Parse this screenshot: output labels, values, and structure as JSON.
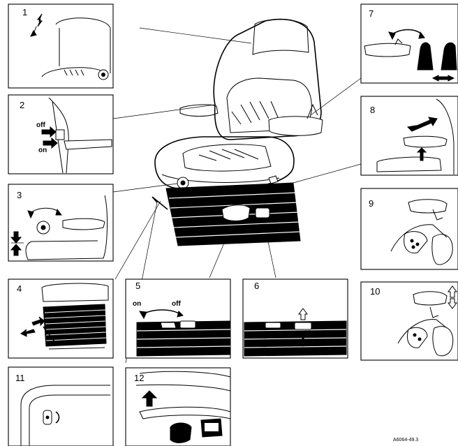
{
  "diagram": {
    "panels": [
      {
        "id": "1",
        "number": "1"
      },
      {
        "id": "2",
        "number": "2",
        "labels": [
          "off",
          "on"
        ]
      },
      {
        "id": "3",
        "number": "3"
      },
      {
        "id": "4",
        "number": "4"
      },
      {
        "id": "5",
        "number": "5",
        "labels": [
          "on",
          "off"
        ]
      },
      {
        "id": "6",
        "number": "6"
      },
      {
        "id": "7",
        "number": "7"
      },
      {
        "id": "8",
        "number": "8"
      },
      {
        "id": "9",
        "number": "9"
      },
      {
        "id": "10",
        "number": "10"
      },
      {
        "id": "11",
        "number": "11"
      },
      {
        "id": "12",
        "number": "12"
      }
    ],
    "reference_code": "A6064-49.3"
  }
}
